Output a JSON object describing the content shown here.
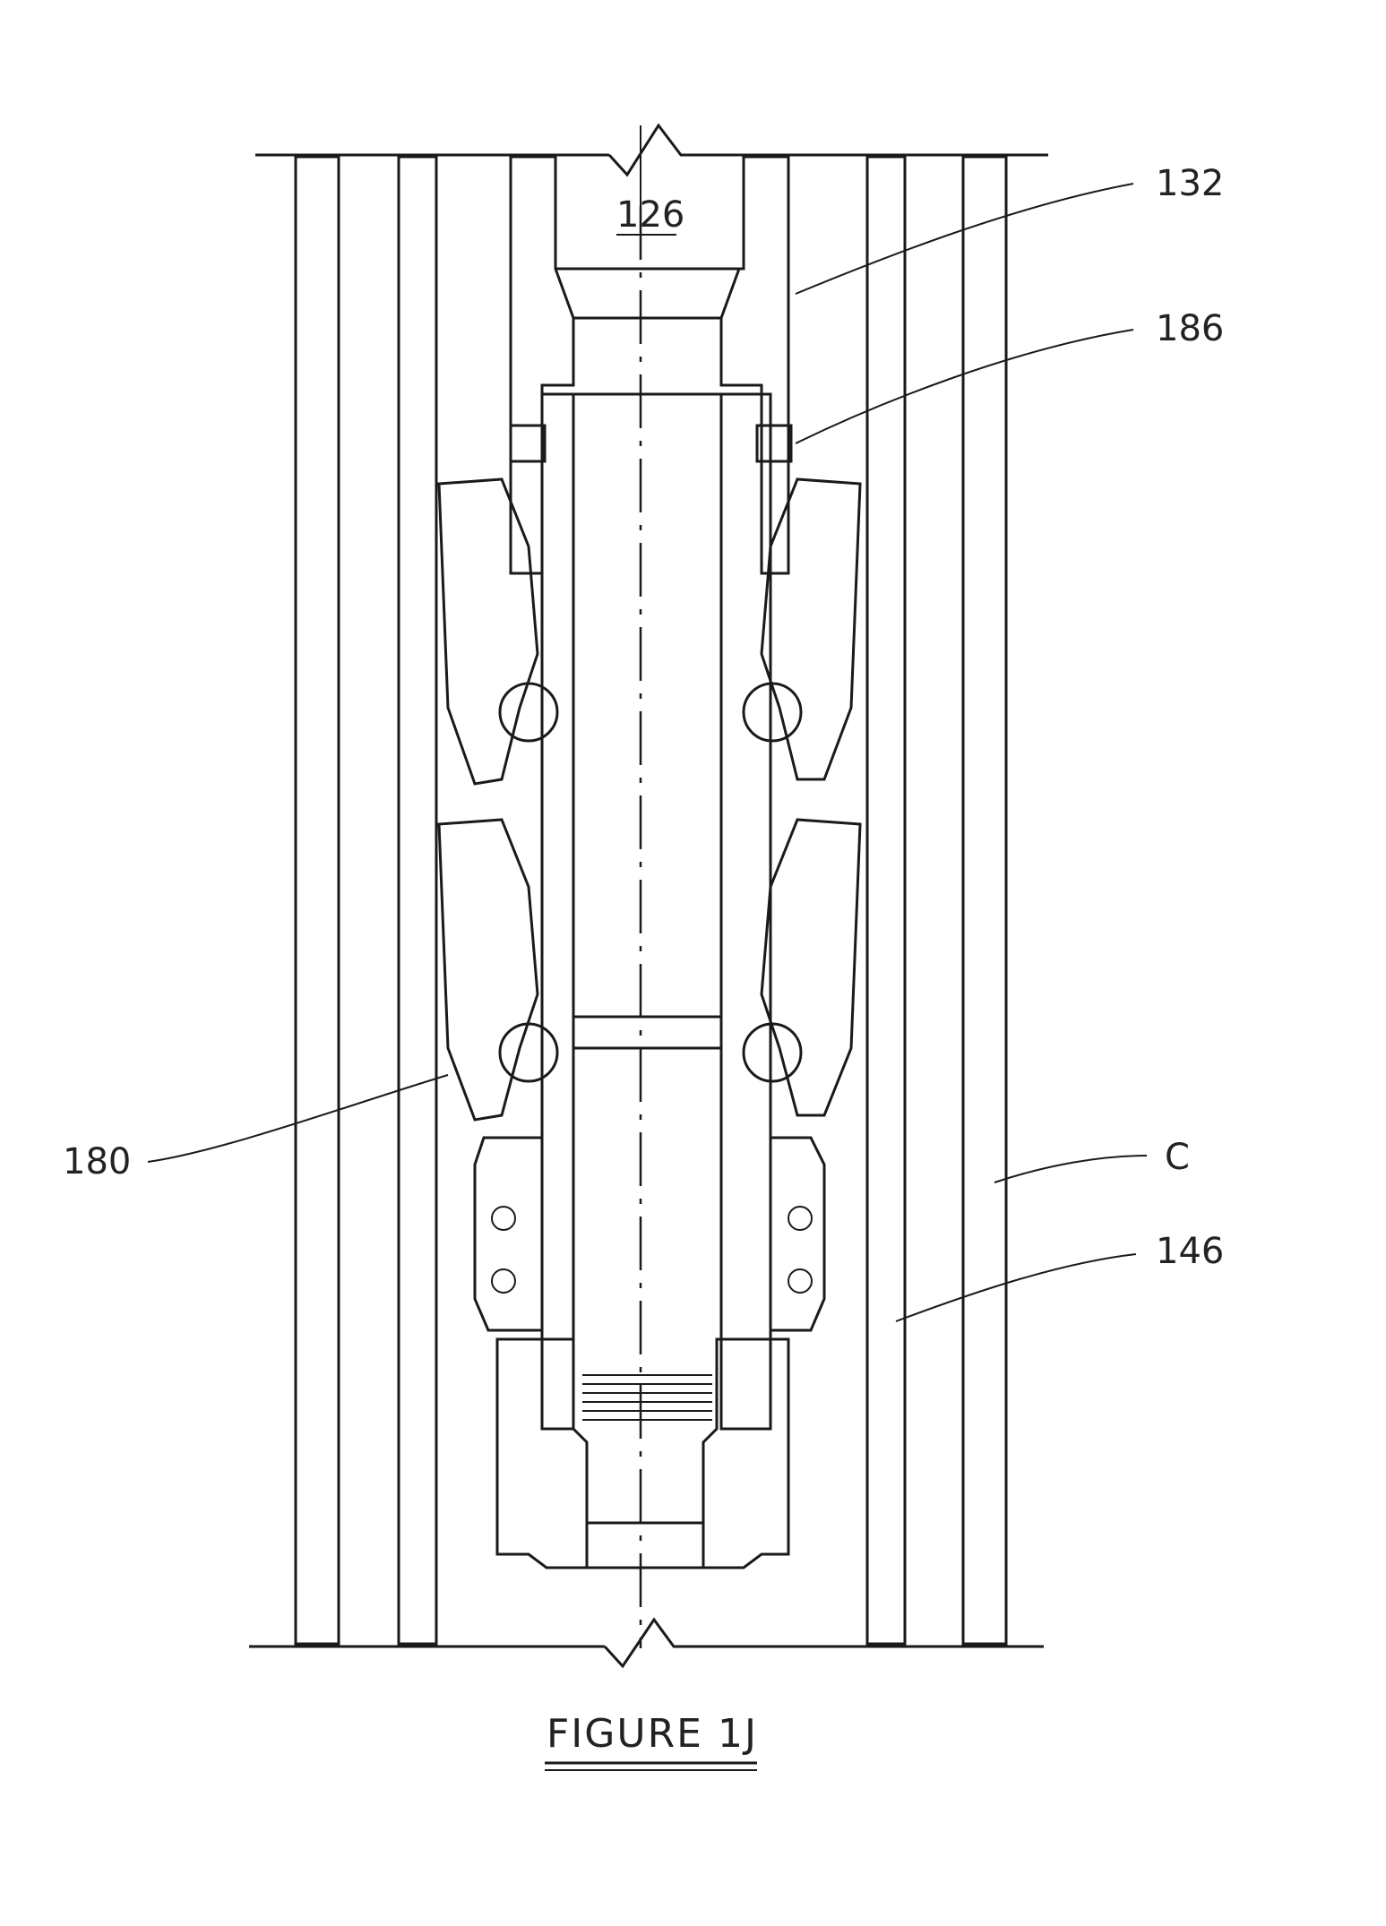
{
  "figure": {
    "caption": "FIGURE 1J",
    "labels": {
      "bore": "126",
      "housing": "132",
      "seal": "186",
      "cup": "180",
      "casing": "C",
      "tubing": "146"
    }
  }
}
